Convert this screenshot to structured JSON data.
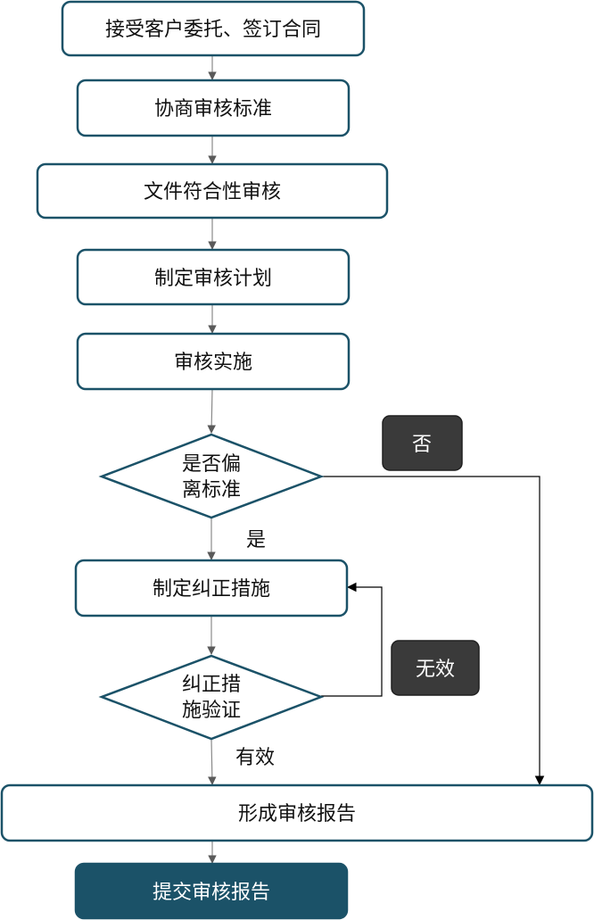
{
  "steps": {
    "s1": "接受客户委托、签订合同",
    "s2": "协商审核标准",
    "s3": "文件符合性审核",
    "s4": "制定审核计划",
    "s5": "审核实施",
    "d1_line1": "是否偏",
    "d1_line2": "离标准",
    "s6": "制定纠正措施",
    "d2_line1": "纠正措",
    "d2_line2": "施验证",
    "s7": "形成审核报告",
    "s8": "提交审核报告"
  },
  "labels": {
    "yes": "是",
    "no": "否",
    "valid": "有效",
    "invalid": "无效"
  },
  "colors": {
    "border": "#1b5268",
    "final_fill": "#1b5268",
    "tag_fill": "#3a3a3a",
    "connector_gray": "#8a8a8a",
    "connector_black": "#000000"
  }
}
